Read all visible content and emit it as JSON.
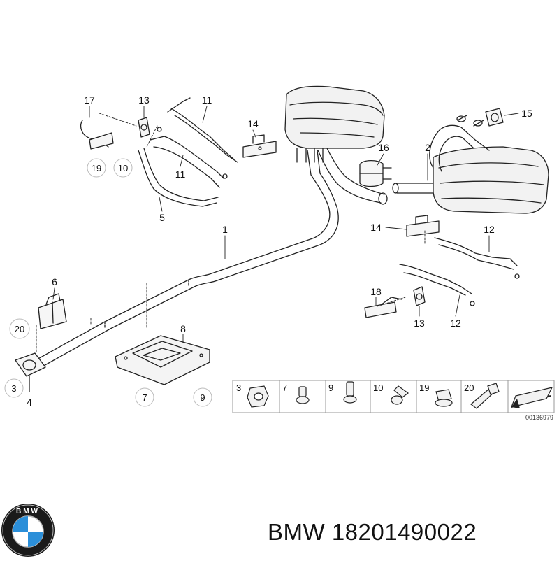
{
  "diagram": {
    "callouts": {
      "c17": "17",
      "c13a": "13",
      "c11a": "11",
      "c11b": "11",
      "c14a": "14",
      "c19a": "19",
      "c10a": "10",
      "c5": "5",
      "c1": "1",
      "c16": "16",
      "c2": "2",
      "c15": "15",
      "c14b": "14",
      "c12a": "12",
      "c6": "6",
      "c20a": "20",
      "c18": "18",
      "c13b": "13",
      "c12b": "12",
      "c8": "8",
      "c7": "7",
      "c9": "9",
      "c3": "3",
      "c4": "4"
    },
    "legend": [
      "3",
      "7",
      "9",
      "10",
      "19",
      "20"
    ],
    "reference": "00136979"
  },
  "brand": {
    "name": "BMW",
    "logo_letters": "BMW"
  },
  "caption": {
    "text": "BMW 18201490022"
  }
}
